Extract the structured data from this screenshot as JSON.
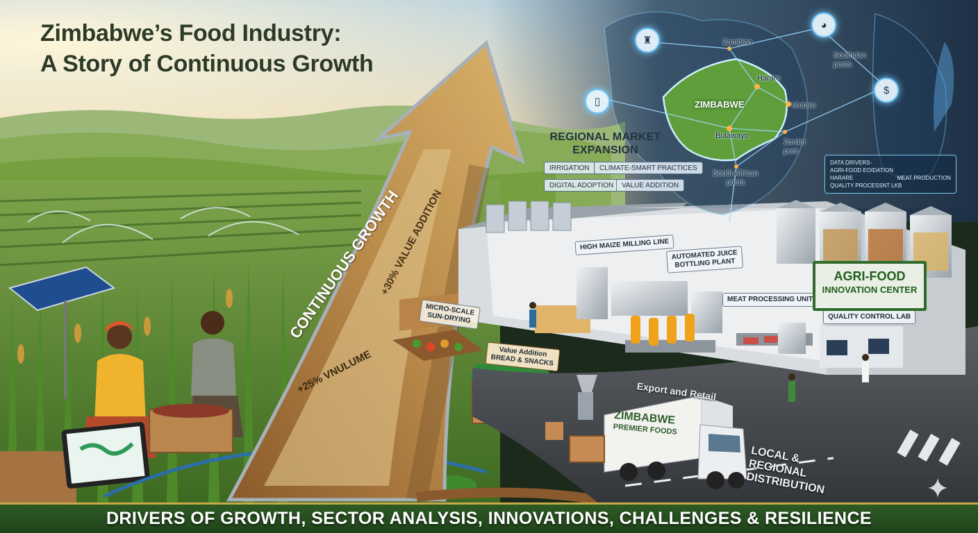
{
  "title": {
    "line1": "Zimbabwe’s Food Industry:",
    "line2": "A Story of Continuous Growth"
  },
  "map": {
    "labels": {
      "zambian": "Zambian",
      "southern_posts": "Southrian\nposts",
      "harare": "Harare",
      "zimbabwe": "ZIMBABWE",
      "mutare": "Mutare",
      "bulawayo": "Bulawayo",
      "zorder_pest": "Zorder\npest",
      "south_african_posts": "South African\nposts"
    }
  },
  "regional": {
    "title_line1": "REGIONAL MARKET",
    "title_line2": "EXPANSION",
    "chips": [
      "IRRIGATION",
      "CLIMATE-SMART PRACTICES",
      "DIGITAL ADOPTION",
      "VALUE ADDITION"
    ]
  },
  "data_box": {
    "line1": "DATA DRIVERS-",
    "line2": "AGRI-FOOD EOIDATION",
    "line3_left": "HARARE",
    "line3_right": "MEAT PRODUCTION",
    "line4": "QUALITY PROCESSNT LKB"
  },
  "arrow": {
    "main": "CONTINUOUS GROWTH",
    "value": "+30% VALUE ADDITION",
    "volume": "+25% VNULUME"
  },
  "factory": {
    "maize": "HIGH MAIZE MILLING LINE",
    "juice": "AUTOMATED JUICE\nBOTTLING PLANT",
    "meat": "MEAT PROCESSING UNIT",
    "qc": "QUALITY CONTROL LAB",
    "agri_line1": "AGRI-FOOD",
    "agri_line2": "INNOVATION CENTER"
  },
  "stalls": {
    "drying": "MICRO-SCALE\nSUN-DRYING",
    "bread": "Value Addition\nBREAD & SNACKS"
  },
  "export": "Export and Retail",
  "truck": {
    "line1": "ZIMBABWE",
    "line2": "PREMIER FOODS"
  },
  "distribution": {
    "line1": "LOCAL &",
    "line2": "REGIONAL",
    "line3": "DISTRIBUTION"
  },
  "bottom_banner": "DRIVERS OF GROWTH, SECTOR ANALYSIS, INNOVATIONS, CHALLENGES & RESILIENCE",
  "icons": [
    "grain-sack-icon",
    "plate-cutlery-icon",
    "bottle-icon",
    "money-icon",
    "sparkle-icon"
  ],
  "colors": {
    "banner_green": "#2e5a25",
    "banner_gold": "#c8a84a",
    "map_glow": "#6fc8ff",
    "title_dark": "#2c3a26"
  }
}
